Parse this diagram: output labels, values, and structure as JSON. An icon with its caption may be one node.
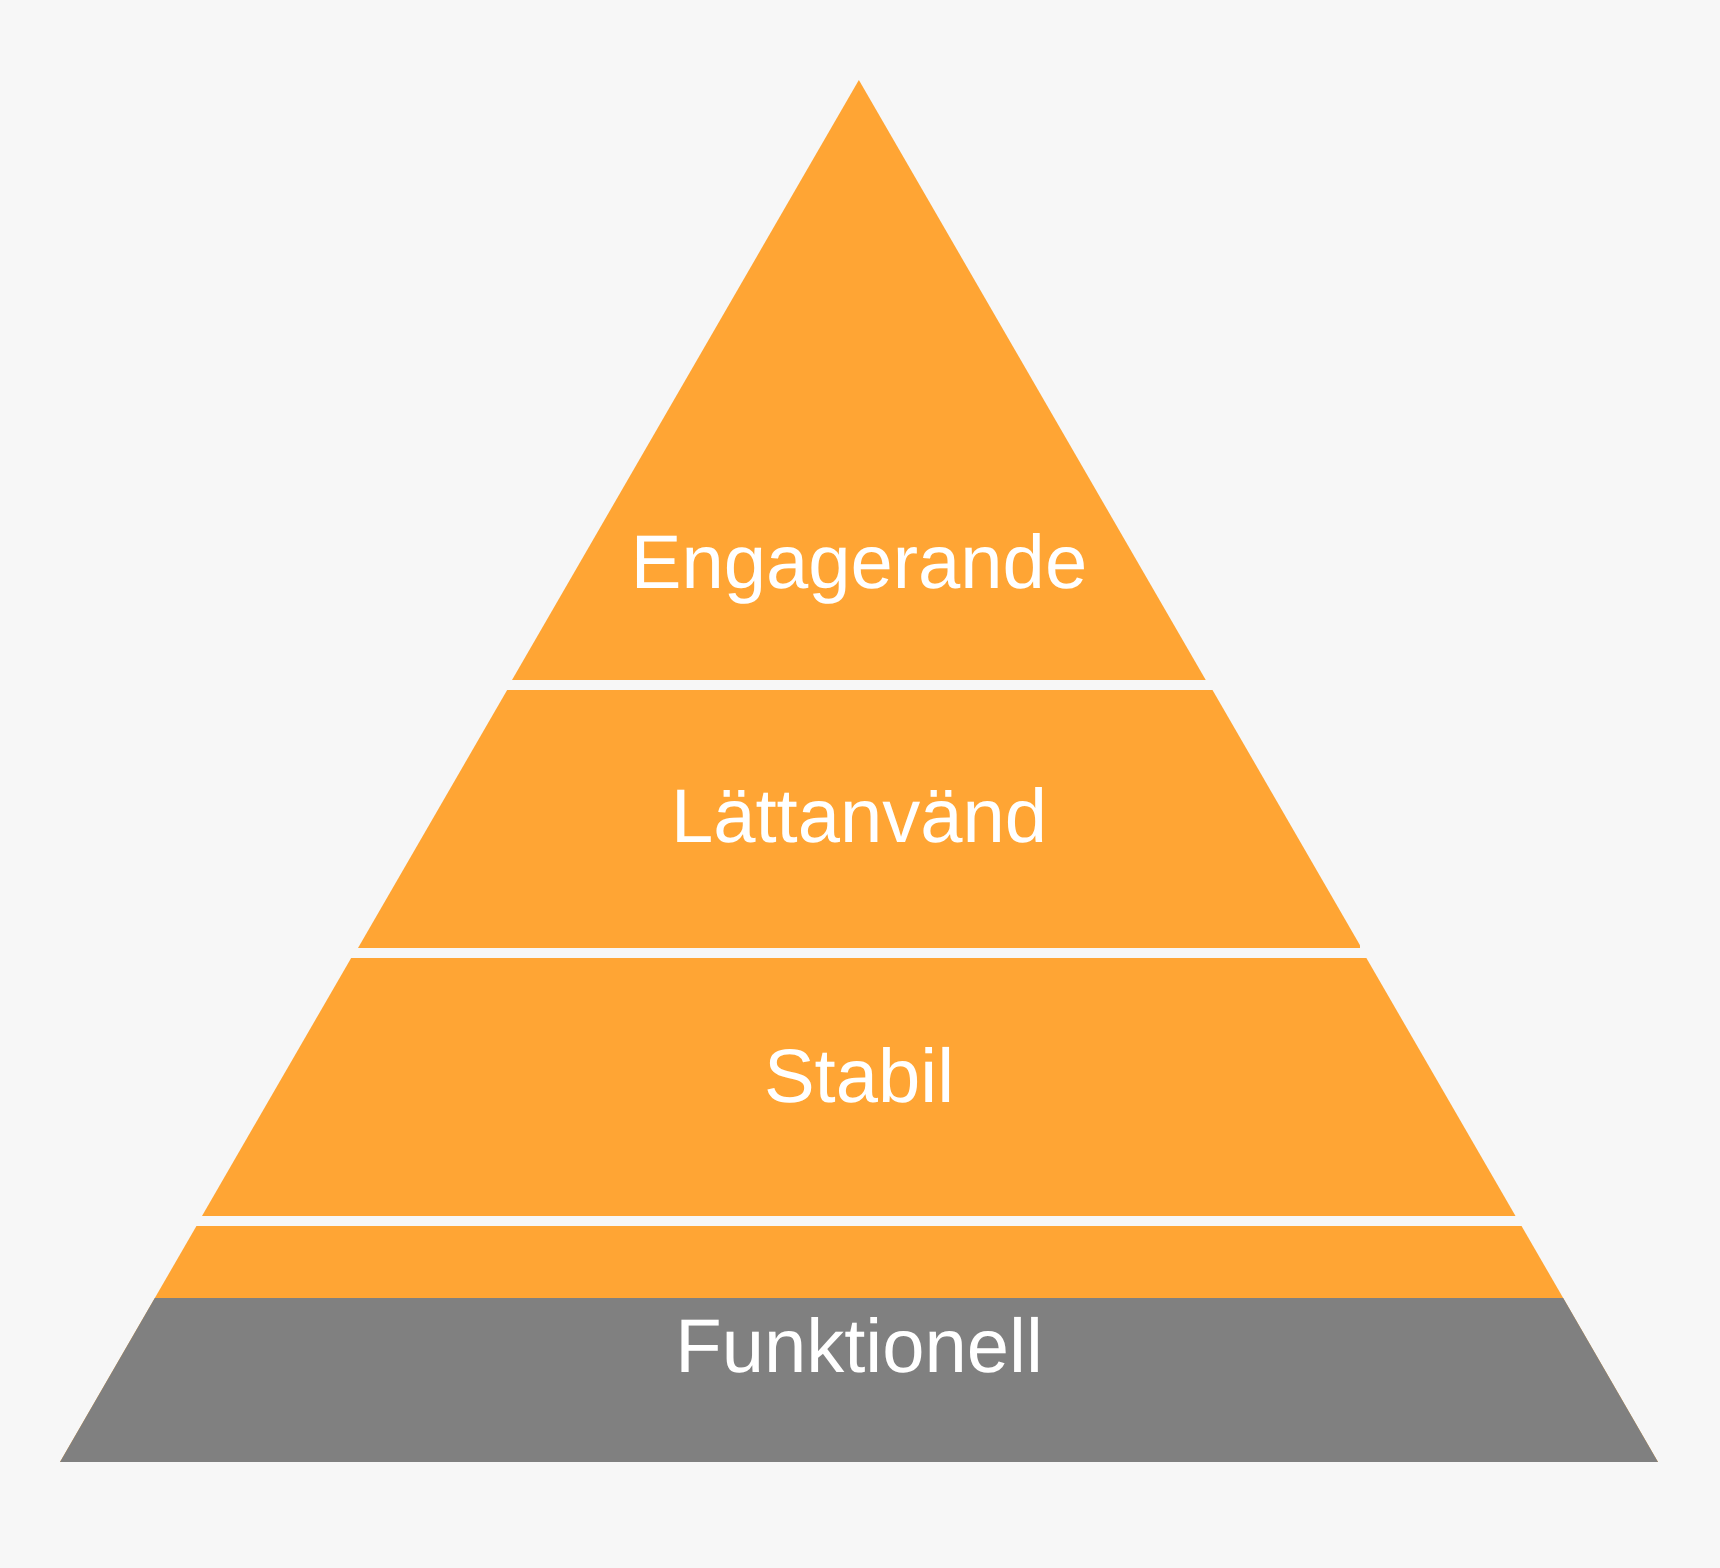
{
  "diagram": {
    "nodes": [
      {
        "text": [
          "Engagerande"
        ]
      },
      {
        "text": [
          "Lättanvänd"
        ]
      },
      {
        "text": [
          "Stabil"
        ]
      },
      {
        "text": [
          "Funktionell"
        ]
      }
    ]
  }
}
